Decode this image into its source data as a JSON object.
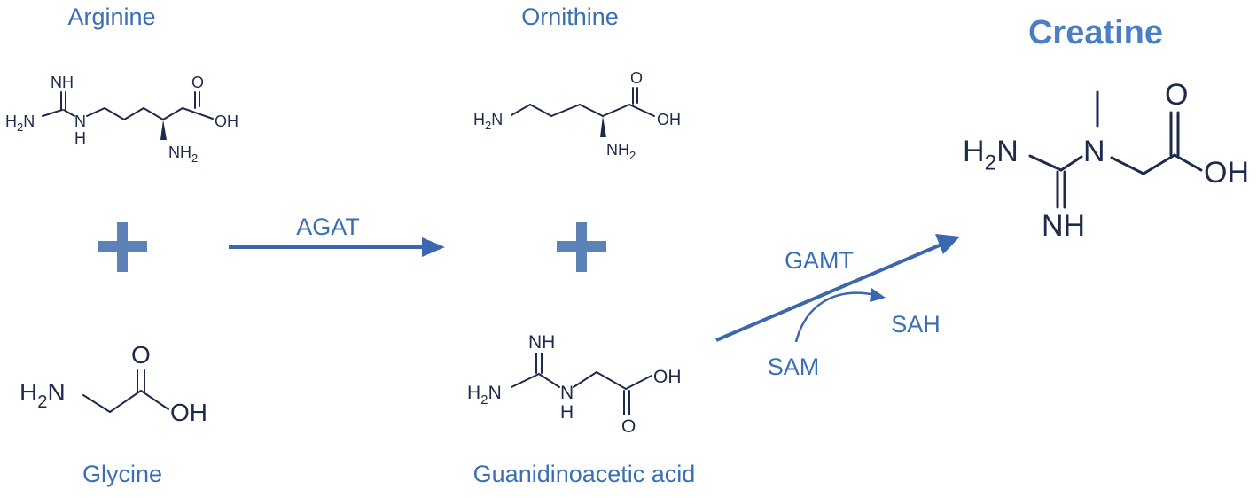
{
  "compounds": {
    "arginine": "Arginine",
    "glycine": "Glycine",
    "ornithine": "Ornithine",
    "guanidinoacetic_acid": "Guanidinoacetic acid",
    "creatine": "Creatine"
  },
  "enzymes": {
    "agat": "AGAT",
    "gamt": "GAMT"
  },
  "cofactors": {
    "sam": "SAM",
    "sah": "SAH"
  },
  "atoms": {
    "nh": "NH",
    "h": "H",
    "n": "N",
    "o": "O",
    "oh": "OH",
    "h2n": "H2N",
    "nh2": "NH2"
  },
  "colors": {
    "label": "#3a6fb5",
    "arrow": "#3a67ad",
    "plus": "#5c82b8",
    "structure": "#1e2a4c"
  }
}
